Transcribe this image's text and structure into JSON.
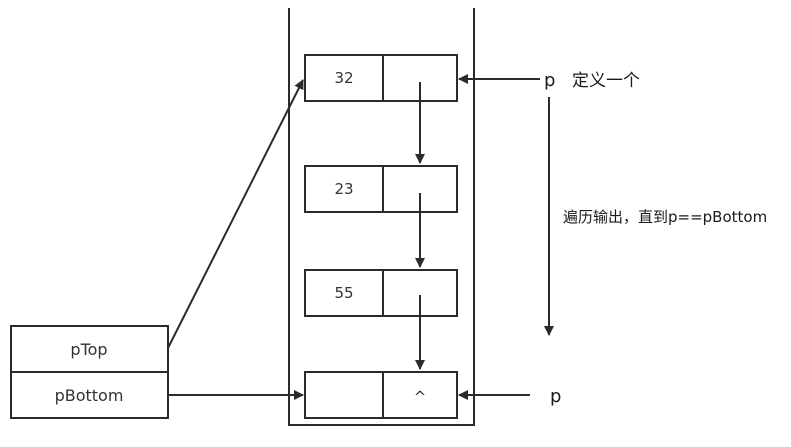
{
  "nodes": [
    {
      "data": "32",
      "next": ""
    },
    {
      "data": "23",
      "next": ""
    },
    {
      "data": "55",
      "next": ""
    },
    {
      "data": "",
      "next": "^"
    }
  ],
  "pointers": {
    "top_label": "pTop",
    "bottom_label": "pBottom"
  },
  "annotations": {
    "p_top": "p",
    "define_text": "定义一个",
    "traverse_text": "遍历输出，直到p==pBottom",
    "p_bottom": "p"
  }
}
